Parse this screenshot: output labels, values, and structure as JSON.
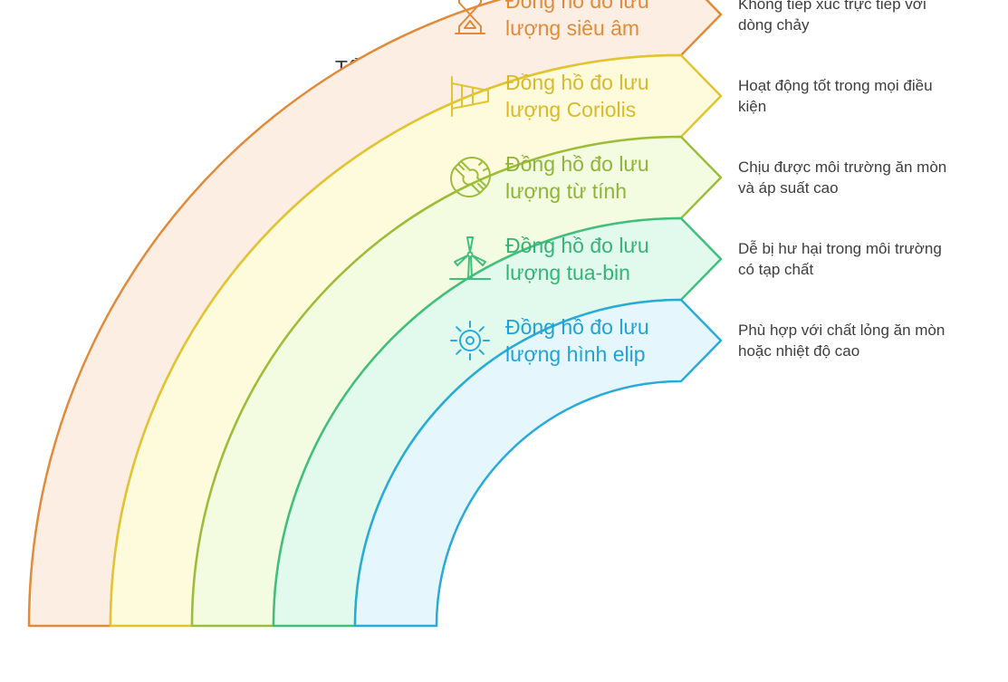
{
  "title": "Tổng quan về Đồng hồ đo lưu lượng",
  "bands": [
    {
      "label_lines": [
        "Đồng hồ đo lưu",
        "lượng siêu âm"
      ],
      "description_lines": [
        "Không tiếp xúc trực tiếp với",
        "dòng chảy"
      ],
      "icon": "hourglass-icon",
      "stroke": "#e08a3a",
      "fill": "#fdeee3",
      "text_color": "#e08a3a"
    },
    {
      "label_lines": [
        "Đồng hồ đo lưu",
        "lượng Coriolis"
      ],
      "description_lines": [
        "Hoạt động tốt trong mọi điều",
        "kiện"
      ],
      "icon": "windsock-icon",
      "stroke": "#e2c42e",
      "fill": "#fefadc",
      "text_color": "#d9b92a"
    },
    {
      "label_lines": [
        "Đồng hồ đo lưu",
        "lượng từ tính"
      ],
      "description_lines": [
        "Chịu được môi trường ăn mòn",
        "và áp suất cao"
      ],
      "icon": "magnet-icon",
      "stroke": "#9bbd3a",
      "fill": "#f3fbe0",
      "text_color": "#8fb536"
    },
    {
      "label_lines": [
        "Đồng hồ đo lưu",
        "lượng tua-bin"
      ],
      "description_lines": [
        "Dễ bị hư hại trong môi trường",
        "có tạp chất"
      ],
      "icon": "wind-turbine-icon",
      "stroke": "#3fbf7c",
      "fill": "#e2faee",
      "text_color": "#35b375"
    },
    {
      "label_lines": [
        "Đồng hồ đo lưu",
        "lượng hình elip"
      ],
      "description_lines": [
        "Phù hợp với chất lỏng ăn mòn",
        "hoặc nhiệt độ cao"
      ],
      "icon": "gear-icon",
      "stroke": "#28aadb",
      "fill": "#e6f6fd",
      "text_color": "#1fa3d6"
    }
  ]
}
